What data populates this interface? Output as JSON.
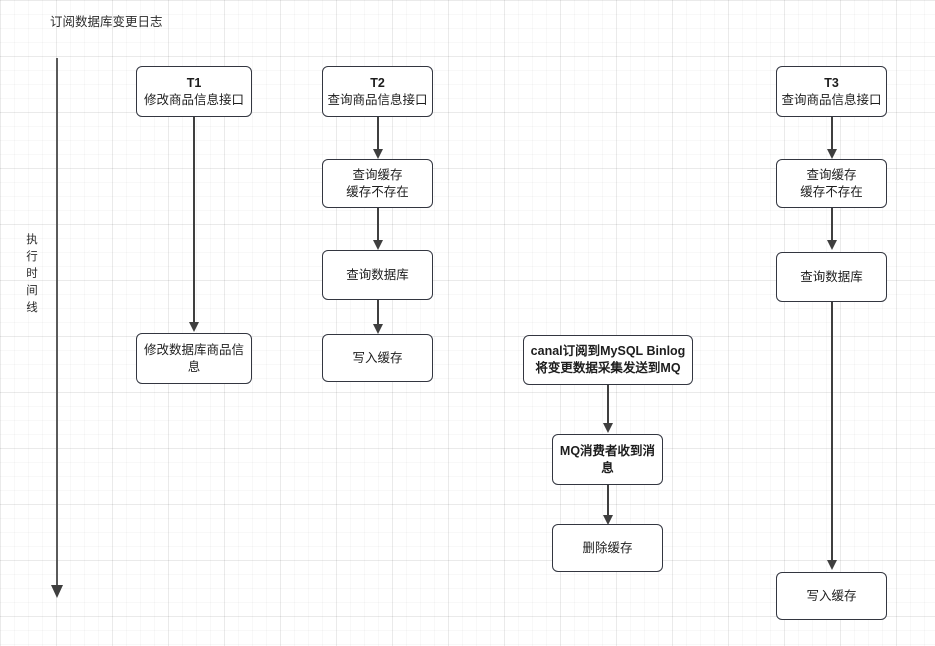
{
  "diagram": {
    "title": "订阅数据库变更日志",
    "timeline": {
      "label_chars": [
        "执",
        "行",
        "时",
        "间",
        "线"
      ],
      "name": "执行时间线"
    },
    "columns": [
      {
        "id": "t1",
        "nodes": [
          {
            "id": "t1-n1",
            "lines": [
              {
                "text": "T1",
                "bold": true
              },
              {
                "text": "修改商品信息接口",
                "bold": false
              }
            ]
          },
          {
            "id": "t1-n2",
            "lines": [
              {
                "text": "修改数据库商品信息",
                "bold": false
              }
            ]
          }
        ]
      },
      {
        "id": "t2",
        "nodes": [
          {
            "id": "t2-n1",
            "lines": [
              {
                "text": "T2",
                "bold": true
              },
              {
                "text": "查询商品信息接口",
                "bold": false
              }
            ]
          },
          {
            "id": "t2-n2",
            "lines": [
              {
                "text": "查询缓存",
                "bold": false
              },
              {
                "text": "缓存不存在",
                "bold": false
              }
            ]
          },
          {
            "id": "t2-n3",
            "lines": [
              {
                "text": "查询数据库",
                "bold": false
              }
            ]
          },
          {
            "id": "t2-n4",
            "lines": [
              {
                "text": "写入缓存",
                "bold": false
              }
            ]
          }
        ]
      },
      {
        "id": "canal",
        "nodes": [
          {
            "id": "canal-n1",
            "lines": [
              {
                "text": "canal订阅到MySQL Binlog",
                "bold": true
              },
              {
                "text": "将变更数据采集发送到MQ",
                "bold": true
              }
            ]
          },
          {
            "id": "canal-n2",
            "lines": [
              {
                "text": "MQ消费者收到消息",
                "bold": true
              }
            ]
          },
          {
            "id": "canal-n3",
            "lines": [
              {
                "text": "删除缓存",
                "bold": false
              }
            ]
          }
        ]
      },
      {
        "id": "t3",
        "nodes": [
          {
            "id": "t3-n1",
            "lines": [
              {
                "text": "T3",
                "bold": true
              },
              {
                "text": "查询商品信息接口",
                "bold": false
              }
            ]
          },
          {
            "id": "t3-n2",
            "lines": [
              {
                "text": "查询缓存",
                "bold": false
              },
              {
                "text": "缓存不存在",
                "bold": false
              }
            ]
          },
          {
            "id": "t3-n3",
            "lines": [
              {
                "text": "查询数据库",
                "bold": false
              }
            ]
          },
          {
            "id": "t3-n4",
            "lines": [
              {
                "text": "写入缓存",
                "bold": false
              }
            ]
          }
        ]
      }
    ],
    "colors": {
      "node_border": "#333640",
      "node_fill": "#ffffff",
      "connector": "#3f3f3f",
      "timeline": "#5a5a5a",
      "text": "#1d1d1d",
      "grid_major": "rgba(0,0,0,0.055)",
      "grid_minor": "rgba(0,0,0,0.028)",
      "background": "#ffffff"
    }
  }
}
